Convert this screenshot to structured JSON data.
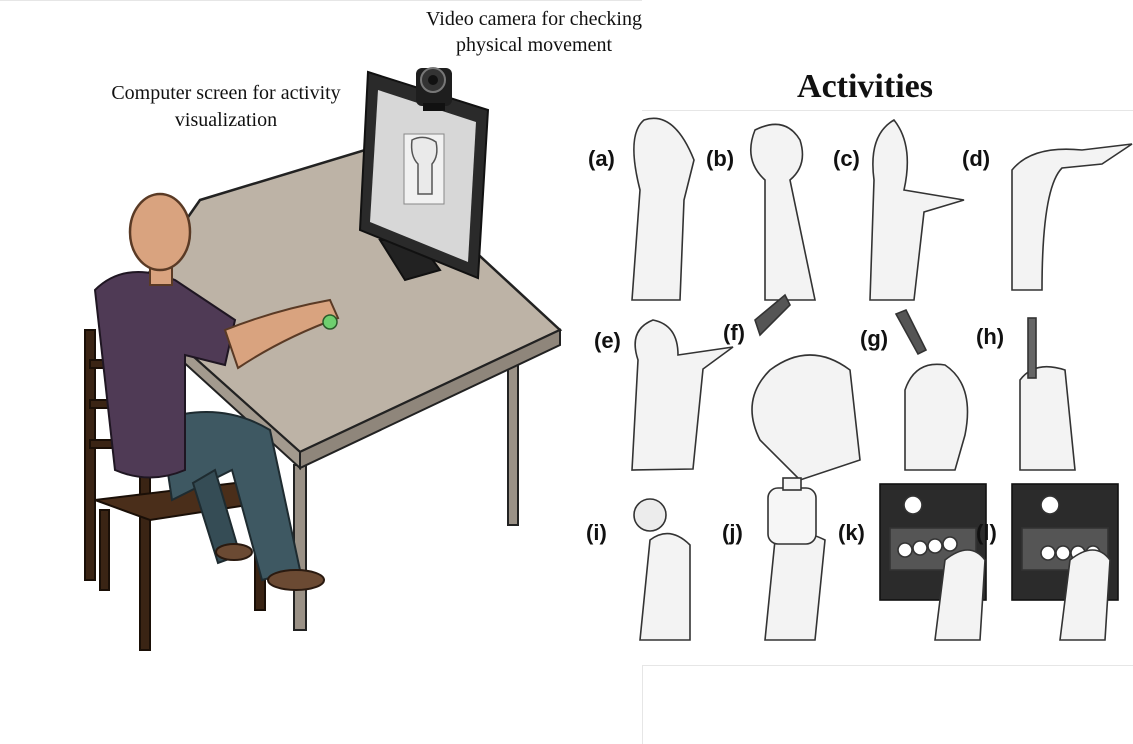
{
  "labels": {
    "camera": "Video camera for checking physical movement",
    "screen": "Computer screen for activity visualization",
    "activities_title": "Activities"
  },
  "activities": [
    {
      "id": "a",
      "label": "(a)"
    },
    {
      "id": "b",
      "label": "(b)"
    },
    {
      "id": "c",
      "label": "(c)"
    },
    {
      "id": "d",
      "label": "(d)"
    },
    {
      "id": "e",
      "label": "(e)"
    },
    {
      "id": "f",
      "label": "(f)"
    },
    {
      "id": "g",
      "label": "(g)"
    },
    {
      "id": "h",
      "label": "(h)"
    },
    {
      "id": "i",
      "label": "(i)"
    },
    {
      "id": "j",
      "label": "(j)"
    },
    {
      "id": "k",
      "label": "(k)"
    },
    {
      "id": "l",
      "label": "(l)"
    }
  ],
  "colors": {
    "table_top": "#bdb3a6",
    "table_edge": "#8f867b",
    "shirt": "#4f3a55",
    "pants": "#3e5862",
    "skin": "#d9a37f",
    "chair": "#3a2414",
    "monitor": "#2a2a2a",
    "screen_bg": "#d7d7d7",
    "ball": "#6fcf6f",
    "device_dark": "#2b2b2b"
  }
}
